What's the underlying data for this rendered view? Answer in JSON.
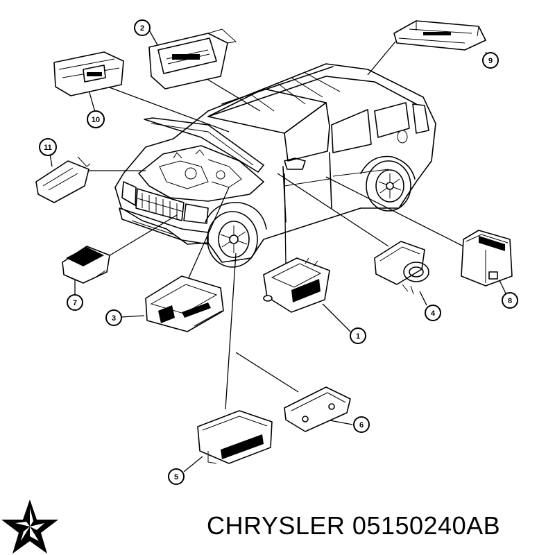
{
  "diagram": {
    "callouts": [
      "1",
      "2",
      "3",
      "4",
      "5",
      "6",
      "7",
      "8",
      "9",
      "10",
      "11"
    ]
  },
  "caption": {
    "brand": "CHRYSLER",
    "part_number": "05150240AB"
  },
  "logo": {
    "name": "chrysler-pentastar-logo",
    "color": "#000000"
  }
}
